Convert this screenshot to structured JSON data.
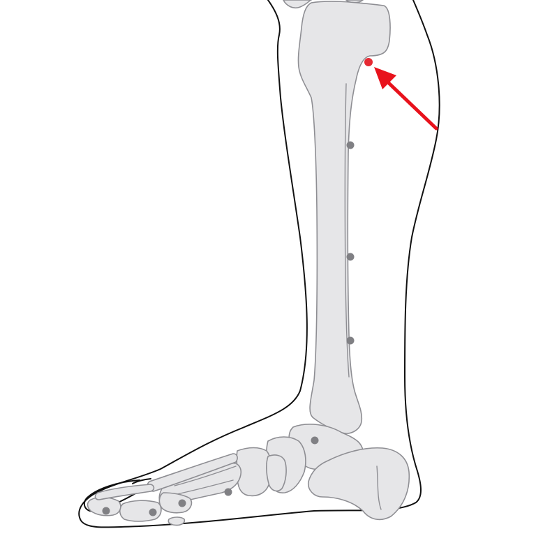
{
  "colors": {
    "background": "#ffffff",
    "outline": "#111111",
    "bone_fill": "#e6e6e8",
    "bone_stroke": "#8e8e93",
    "marker": "#808084",
    "highlight": "#e8121c"
  },
  "diagram": {
    "markers": [
      {
        "name": "tibia-shaft-upper-marker"
      },
      {
        "name": "tibia-shaft-mid-marker"
      },
      {
        "name": "tibia-shaft-lower-marker"
      },
      {
        "name": "talus-marker"
      },
      {
        "name": "metatarsal-marker"
      },
      {
        "name": "toe-proximal-phalanx-marker"
      },
      {
        "name": "toe-middle-phalanx-marker"
      },
      {
        "name": "toe-distal-phalanx-marker"
      }
    ],
    "highlight": {
      "name": "tibial-tuberosity-highlight",
      "arrow": "pointer-arrow"
    }
  }
}
